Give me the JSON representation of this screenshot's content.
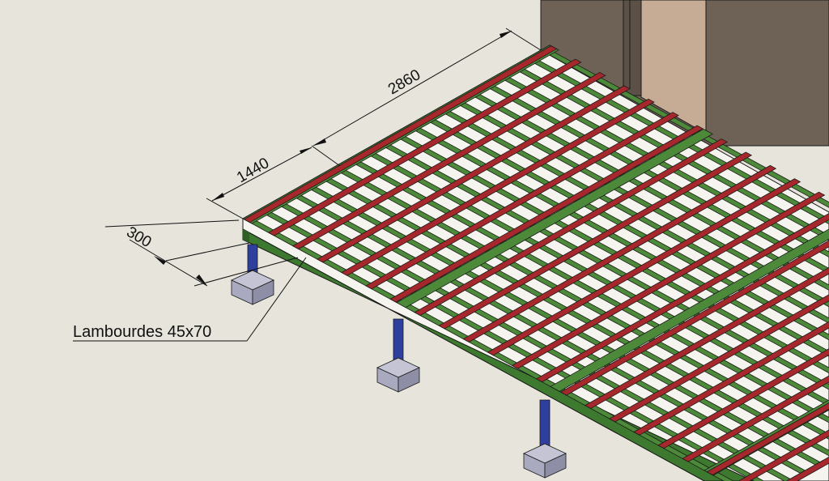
{
  "dimensions": {
    "d1": "300",
    "d2": "1440",
    "d3": "2860"
  },
  "callout": {
    "label": "Lambourdes 45x70"
  },
  "colors": {
    "background": "#e6e4db",
    "wall": "#6e6256",
    "door": "#c6ab95",
    "beam_green": "#4c8a3a",
    "joist_red": "#a6282c",
    "post_blue": "#2f3f9e",
    "concrete_pad": "#a9a9bf"
  }
}
